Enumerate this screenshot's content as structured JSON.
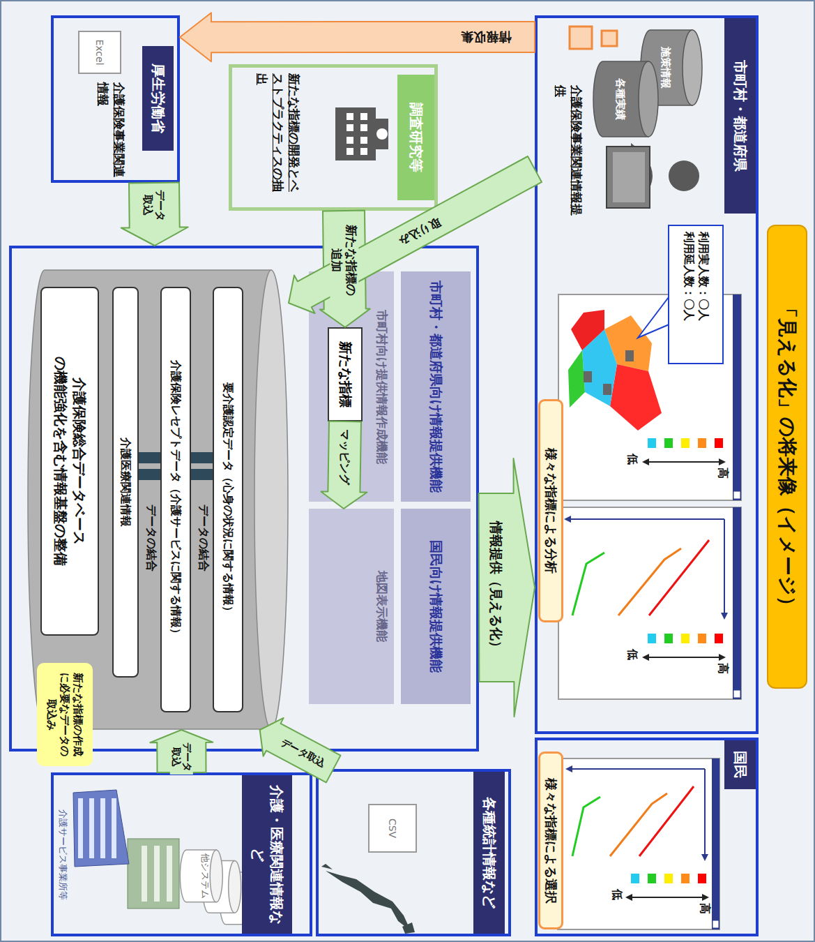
{
  "diagram": {
    "title": "「見える化」の将来像（イメージ）",
    "nodes": [
      {
        "text": [
          "市町村・都道府県",
          "介護保険事業関連情報提供"
        ]
      },
      {
        "text": [
          "施策情報"
        ],
        "in": 0
      },
      {
        "text": [
          "各種実績"
        ],
        "in": 0
      },
      {
        "text": [
          "利用実人数：〇人 利用延人数：〇人"
        ],
        "in": 0
      },
      {
        "text": [
          "様々な指標による分析"
        ],
        "in": 0
      },
      {
        "text": [
          "国民"
        ]
      },
      {
        "text": [
          "様々な指標による選択"
        ],
        "in": 5
      },
      {
        "text": [
          "厚生労働省",
          "介護保険事業関連情報"
        ]
      },
      {
        "text": [
          "Excel"
        ],
        "in": 7
      },
      {
        "text": [
          "調査研究等",
          "新たな指標の開発とベストプラクティスの抽出"
        ]
      },
      {
        "text": []
      },
      {
        "text": [
          "市町村・都道府県向け情報提供機能"
        ],
        "in": 10
      },
      {
        "text": [
          "国民向け情報提供機能"
        ],
        "in": 10
      },
      {
        "text": [
          "市町村向け提供情報作成機能"
        ],
        "in": 10
      },
      {
        "text": [
          "新たな指標"
        ],
        "in": 13
      },
      {
        "text": [
          "地図表示機能"
        ],
        "in": 10
      },
      {
        "text": [
          "データの結合",
          "データの結合"
        ],
        "in": 10
      },
      {
        "text": [
          "要介護認定データ（心身の状況に関する情報）"
        ],
        "in": 16
      },
      {
        "text": [
          "介護保険レセプトデータ（介護サービスに関する情報）"
        ],
        "in": 16
      },
      {
        "text": [
          "介護医療関連情報"
        ],
        "in": 16
      },
      {
        "text": [
          "介護保険総合データベース の機能強化を含む情報基盤の整備"
        ],
        "in": 16
      },
      {
        "text": [
          "新たな指標の作成に必要なデータの取込み"
        ]
      },
      {
        "text": [
          "各種統計情報など"
        ]
      },
      {
        "text": [
          "CSV"
        ],
        "in": 22
      },
      {
        "text": [
          "介護・医療関連情報など",
          "介護サービス事業所等"
        ]
      },
      {
        "text": [
          "他システム"
        ],
        "in": 24
      }
    ],
    "edges": [
      {
        "from": 0,
        "to": 7,
        "label": "情報収集",
        "arrow": "to"
      },
      {
        "from": 9,
        "to": 14,
        "label": "新たな指標の追加",
        "arrow": "to"
      },
      {
        "from": 0,
        "to": 16,
        "label": "取り込み",
        "arrow": "to"
      },
      {
        "from": 7,
        "to": 10,
        "label": "データ取込",
        "arrow": "to"
      },
      {
        "from": 14,
        "to": 15,
        "label": "マッピング",
        "arrow": "to"
      },
      {
        "from": 10,
        "to": 0,
        "label": "情報提供（見える化）",
        "arrow": "to"
      },
      {
        "from": 22,
        "to": 16,
        "label": "データ取込",
        "arrow": "to"
      },
      {
        "from": 24,
        "to": 16,
        "label": "データ取込",
        "arrow": "to"
      }
    ],
    "labels": [
      "高",
      "低",
      "高",
      "低",
      "高",
      "低"
    ]
  }
}
